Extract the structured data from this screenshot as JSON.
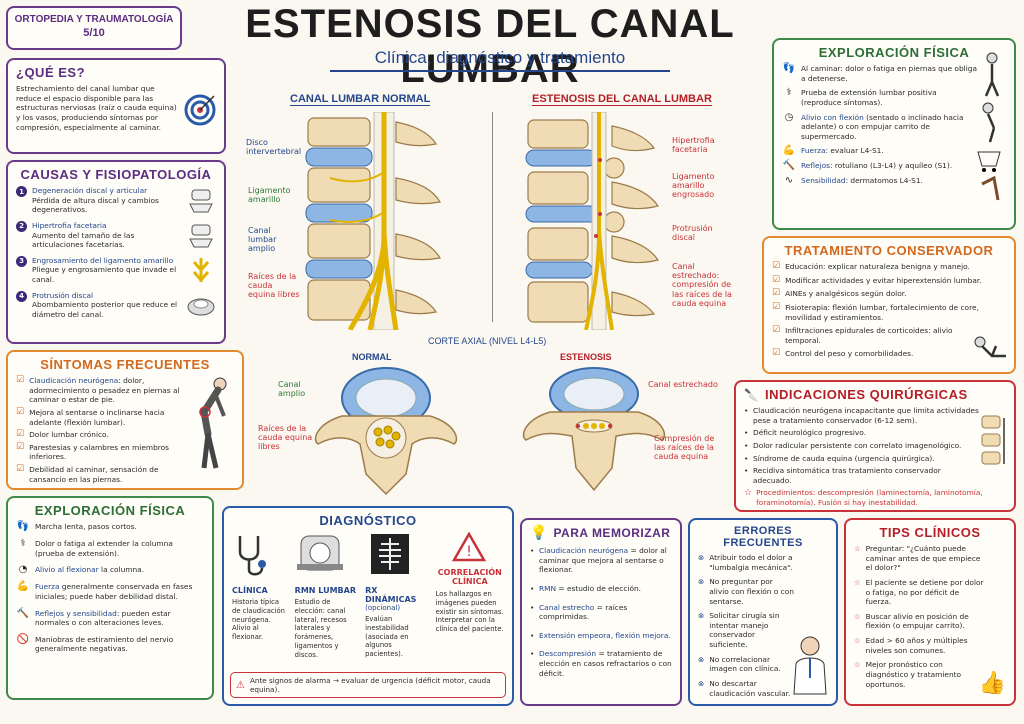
{
  "badge": {
    "line1": "ORTOPEDIA Y TRAUMATOLOGÍA",
    "line2": "5/10"
  },
  "title": "ESTENOSIS DEL CANAL LUMBAR",
  "subtitle": "Clínica, diagnóstico y tratamiento",
  "que_es": {
    "title": "¿QUÉ ES?",
    "text": "Estrechamiento del canal lumbar que reduce el espacio disponible para las estructuras nerviosas (raíz o cauda equina) y los vasos, produciendo síntomas por compresión, especialmente al caminar."
  },
  "causas": {
    "title": "CAUSAS Y FISIOPATOLOGÍA",
    "items": [
      {
        "n": "1",
        "head": "Degeneración discal y articular",
        "body": "Pérdida de altura discal y cambios degenerativos."
      },
      {
        "n": "2",
        "head": "Hipertrofia facetaria",
        "body": "Aumento del tamaño de las articulaciones facetarias."
      },
      {
        "n": "3",
        "head": "Engrosamiento del ligamento amarillo",
        "body": "Pliegue y engrosamiento que invade el canal."
      },
      {
        "n": "4",
        "head": "Protrusión discal",
        "body": "Abombamiento posterior que reduce el diámetro del canal."
      }
    ]
  },
  "sintomas": {
    "title": "SÍNTOMAS FRECUENTES",
    "items": [
      {
        "head": "Claudicación neurógena",
        "body": ": dolor, adormecimiento o pesadez en piernas al caminar o estar de pie."
      },
      {
        "head": "",
        "body": "Mejora al sentarse o inclinarse hacia adelante (flexión lumbar)."
      },
      {
        "head": "",
        "body": "Dolor lumbar crónico."
      },
      {
        "head": "",
        "body": "Parestesias y calambres en miembros inferiores."
      },
      {
        "head": "",
        "body": "Debilidad al caminar, sensación de cansancio en las piernas."
      }
    ]
  },
  "exploracion_left": {
    "title": "EXPLORACIÓN FÍSICA",
    "items": [
      {
        "head": "",
        "body": "Marcha lenta, pasos cortos."
      },
      {
        "head": "",
        "body": "Dolor o fatiga al extender la columna (prueba de extensión)."
      },
      {
        "head": "Alivio al flexionar",
        "body": " la columna."
      },
      {
        "head": "Fuerza",
        "body": " generalmente conservada en fases iniciales; puede haber debilidad distal."
      },
      {
        "head": "Reflejos y sensibilidad",
        "body": ": pueden estar normales o con alteraciones leves."
      },
      {
        "head": "",
        "body": "Maniobras de estiramiento del nervio generalmente negativas."
      }
    ]
  },
  "diagrams": {
    "normal_title": "CANAL LUMBAR NORMAL",
    "stenosis_title": "ESTENOSIS DEL CANAL LUMBAR",
    "normal_labels": [
      "Disco intervertebral",
      "Ligamento amarillo",
      "Canal lumbar amplio",
      "Raíces de la cauda equina libres"
    ],
    "stenosis_labels": [
      "Hipertrofia facetaria",
      "Ligamento amarillo engrosado",
      "Protrusión discal",
      "Canal estrechado: compresión de las raíces de la cauda equina"
    ],
    "axial_title": "CORTE AXIAL (NIVEL L4-L5)",
    "axial_normal": "NORMAL",
    "axial_stenosis": "ESTENOSIS",
    "axial_normal_labels": [
      "Canal amplio",
      "Raíces de la cauda equina libres"
    ],
    "axial_stenosis_labels": [
      "Canal estrechado",
      "Compresión de las raíces de la cauda equina"
    ]
  },
  "diagnostico": {
    "title": "DIAGNÓSTICO",
    "cols": [
      {
        "head": "CLÍNICA",
        "body": "Historia típica de claudicación neurógena. Alivio al flexionar."
      },
      {
        "head": "RMN LUMBAR",
        "body": "Estudio de elección: canal lateral, recesos laterales y forámenes, ligamentos y discos."
      },
      {
        "head": "RX DINÁMICAS",
        "sub": "(opcional)",
        "body": "Evalúan inestabilidad (asociada en algunos pacientes)."
      },
      {
        "head": "CORRELACIÓN CLÍNICA",
        "body": "Los hallazgos en imágenes pueden existir sin síntomas. Interpretar con la clínica del paciente."
      }
    ],
    "alert": "Ante signos de alarma → evaluar de urgencia (déficit motor, cauda equina)."
  },
  "memorizar": {
    "title": "PARA MEMORIZAR",
    "items": [
      {
        "head": "Claudicación neurógena",
        "body": " = dolor al caminar que mejora al sentarse o flexionar."
      },
      {
        "head": "RMN",
        "body": " = estudio de elección."
      },
      {
        "head": "Canal estrecho",
        "body": " = raíces comprimidas."
      },
      {
        "head": "Extensión empeora, flexión mejora.",
        "body": ""
      },
      {
        "head": "Descompresión",
        "body": " = tratamiento de elección en casos refractarios o con déficit."
      }
    ]
  },
  "errores": {
    "title": "ERRORES FRECUENTES",
    "items": [
      "Atribuir todo el dolor a \"lumbalgia mecánica\".",
      "No preguntar por alivio con flexión o con sentarse.",
      "Solicitar cirugía sin intentar manejo conservador suficiente.",
      "No correlacionar imagen con clínica.",
      "No descartar claudicación vascular."
    ]
  },
  "tips": {
    "title": "TIPS CLÍNICOS",
    "items": [
      "Preguntar: \"¿Cuánto puede caminar antes de que empiece el dolor?\"",
      "El paciente se detiene por dolor o fatiga, no por déficit de fuerza.",
      "Buscar alivio en posición de flexión (o empujar carrito).",
      "Edad > 60 años y múltiples niveles son comunes.",
      "Mejor pronóstico con diagnóstico y tratamiento oportunos."
    ]
  },
  "exploracion_right": {
    "title": "EXPLORACIÓN FÍSICA",
    "items": [
      {
        "head": "",
        "body": "Al caminar: dolor o fatiga en piernas que obliga a detenerse."
      },
      {
        "head": "",
        "body": "Prueba de extensión lumbar positiva (reproduce síntomas)."
      },
      {
        "head": "Alivio con flexión",
        "body": " (sentado o inclinado hacia adelante) o con empujar carrito de supermercado."
      },
      {
        "head": "Fuerza",
        "body": ": evaluar L4-S1."
      },
      {
        "head": "Reflejos",
        "body": ": rotuliano (L3-L4) y aquíleo (S1)."
      },
      {
        "head": "Sensibilidad",
        "body": ": dermatomos L4-S1."
      }
    ]
  },
  "conservador": {
    "title": "TRATAMIENTO CONSERVADOR",
    "items": [
      "Educación: explicar naturaleza benigna y manejo.",
      "Modificar actividades y evitar hiperextensión lumbar.",
      "AINEs y analgésicos según dolor.",
      "Fisioterapia: flexión lumbar, fortalecimiento de core, movilidad y estiramientos.",
      "Infiltraciones epidurales de corticoides: alivio temporal.",
      "Control del peso y comorbilidades."
    ]
  },
  "quirurgicas": {
    "title": "INDICACIONES QUIRÚRGICAS",
    "items": [
      "Claudicación neurógena incapacitante que limita actividades pese a tratamiento conservador (6-12 sem).",
      "Déficit neurológico progresivo.",
      "Dolor radicular persistente con correlato imagenológico.",
      "Síndrome de cauda equina (urgencia quirúrgica).",
      "Recidiva sintomática tras tratamiento conservador adecuado."
    ],
    "procedure": "Procedimientos: descompresión (laminectomía, laminotomía, foraminotomía). Fusión si hay inestabilidad."
  },
  "colors": {
    "purple": "#6a3b8c",
    "orange": "#e38a2c",
    "green": "#3f8a4a",
    "red": "#c8323a",
    "blue": "#2b5ba8"
  }
}
